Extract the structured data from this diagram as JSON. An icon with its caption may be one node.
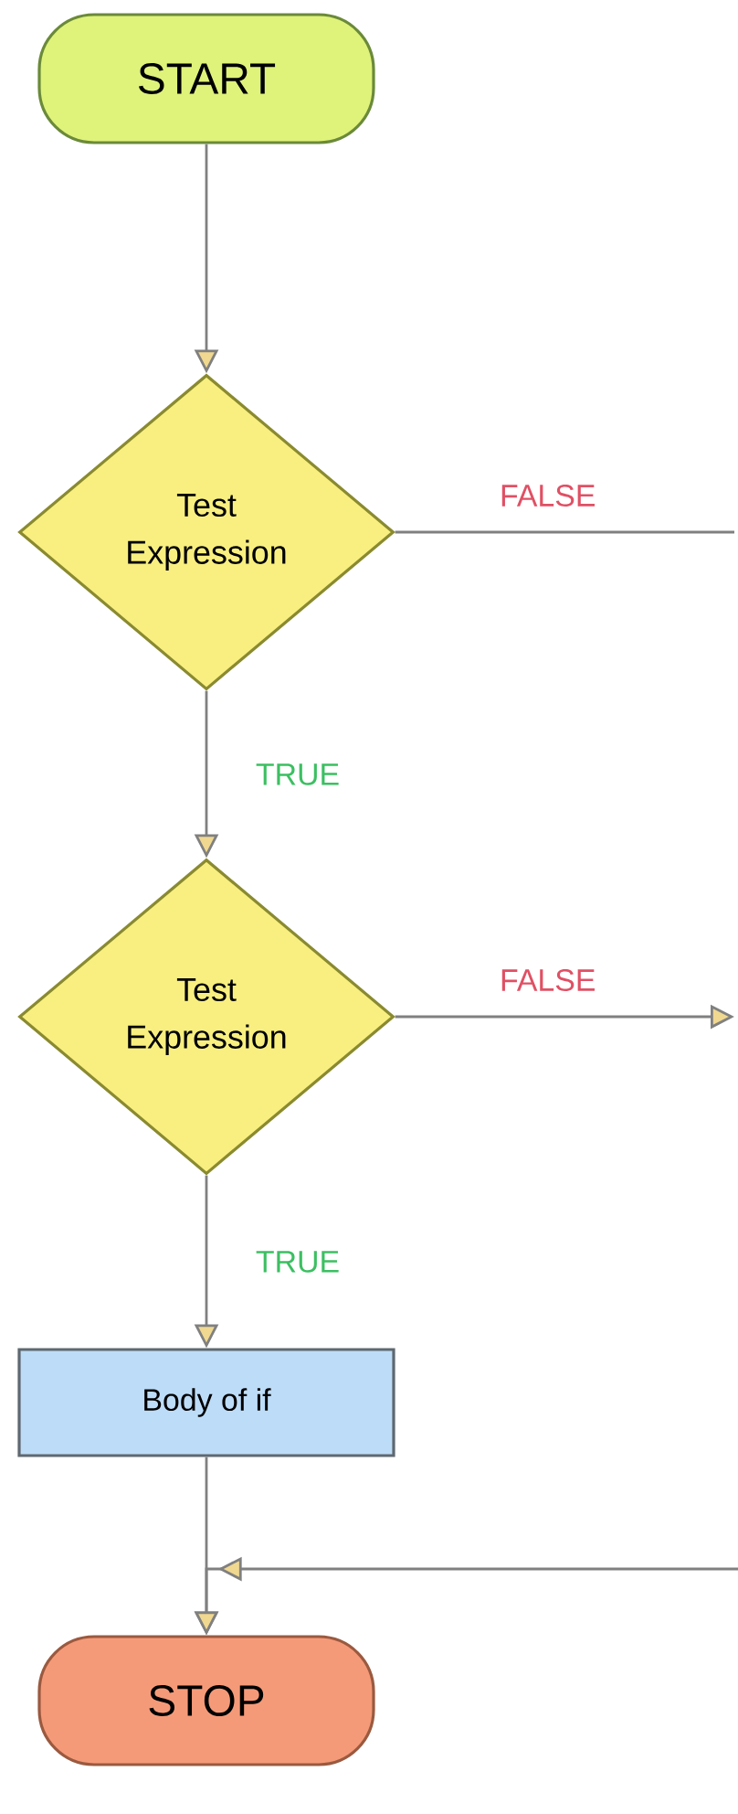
{
  "diagram": {
    "nodes": [
      {
        "text": [
          "START"
        ]
      },
      {
        "text": [
          "Test Expression"
        ]
      },
      {
        "text": [
          "Test Expression"
        ]
      },
      {
        "text": [
          "Body of if"
        ]
      },
      {
        "text": [
          "STOP"
        ]
      }
    ],
    "edges": [
      {
        "from": 0,
        "to": 1,
        "arrow": "to"
      },
      {
        "from": 1,
        "to": 2,
        "arrow": "to",
        "label": "TRUE"
      },
      {
        "from": 1,
        "to": null,
        "arrow": "none",
        "label": "FALSE"
      },
      {
        "from": 2,
        "to": 3,
        "arrow": "to",
        "label": "TRUE"
      },
      {
        "from": 2,
        "to": null,
        "arrow": "to",
        "label": "FALSE"
      },
      {
        "from": 3,
        "to": 4,
        "arrow": "to"
      },
      {
        "from": null,
        "to": 4,
        "arrow": "to"
      }
    ]
  }
}
